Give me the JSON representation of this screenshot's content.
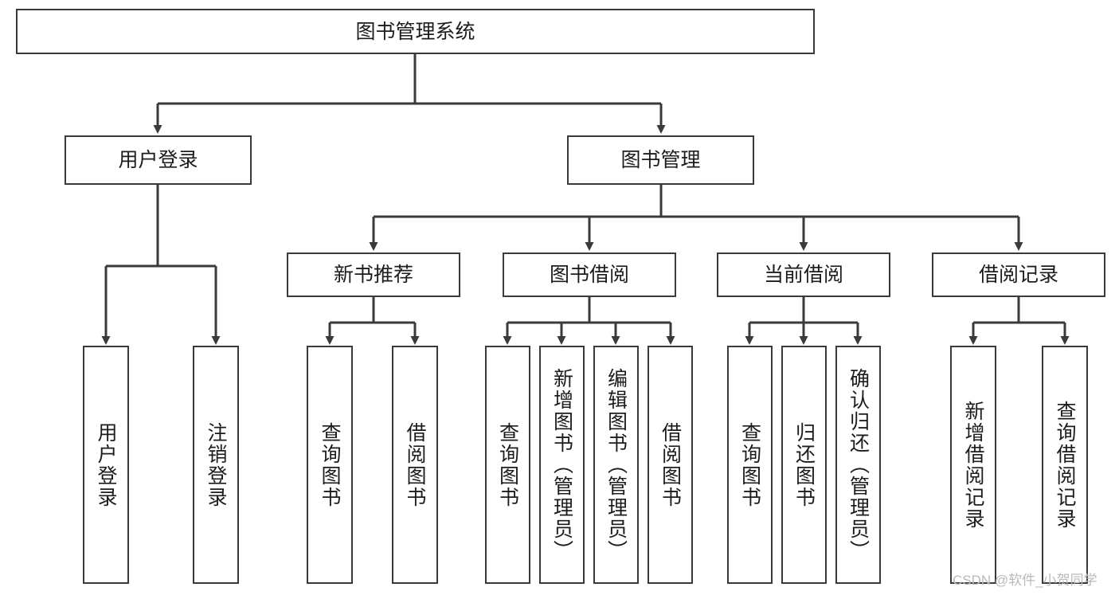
{
  "diagram": {
    "type": "tree",
    "title": "图书管理系统",
    "watermark": "CSDN @软件_小贺同学",
    "colors": {
      "box_border": "#3a3a3a",
      "box_fill": "#ffffff",
      "connector": "#3a3a3a",
      "text": "#1c1c1c",
      "watermark": "#b9b9b9"
    },
    "nodes": {
      "root": "图书管理系统",
      "level2": [
        "用户登录",
        "图书管理"
      ],
      "level3": [
        "新书推荐",
        "图书借阅",
        "当前借阅",
        "借阅记录"
      ],
      "leaves_user_login": [
        "用户登录",
        "注销登录"
      ],
      "leaves_new_book": [
        "查询图书",
        "借阅图书"
      ],
      "leaves_borrow": [
        "查询图书",
        "新增图书（管理员）",
        "编辑图书（管理员）",
        "借阅图书"
      ],
      "leaves_current": [
        "查询图书",
        "归还图书",
        "确认归还（管理员）"
      ],
      "leaves_records": [
        "新增借阅记录",
        "查询借阅记录"
      ]
    }
  }
}
